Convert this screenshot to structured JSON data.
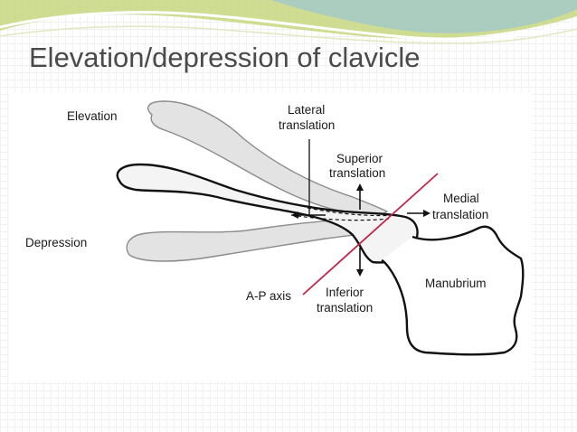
{
  "slide": {
    "title": "Elevation/depression of clavicle"
  },
  "diagram": {
    "labels": {
      "elevation": "Elevation",
      "depression": "Depression",
      "lateral_line1": "Lateral",
      "lateral_line2": "translation",
      "superior_line1": "Superior",
      "superior_line2": "translation",
      "medial_line1": "Medial",
      "medial_line2": "translation",
      "ap_axis": "A-P axis",
      "inferior_line1": "Inferior",
      "inferior_line2": "translation",
      "manubrium": "Manubrium"
    },
    "colors": {
      "axis_line": "#c0274a",
      "bone_outline": "#111111",
      "ghost_bone_fill": "#e3e3e3",
      "ghost_bone_outline": "#8a8a8a",
      "banner_green": "#c5d77f",
      "banner_teal": "#9fc7cf",
      "title_text": "#4a4a4a"
    }
  }
}
